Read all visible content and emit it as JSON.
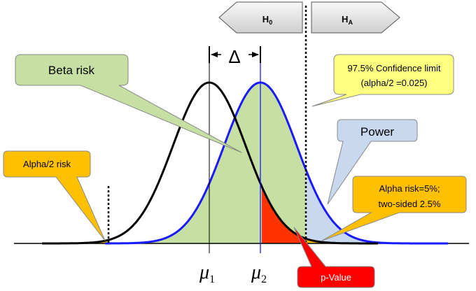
{
  "arrows": {
    "h0": {
      "main": "H",
      "sub": "0"
    },
    "ha": {
      "main": "H",
      "sub": "A"
    }
  },
  "delta_label": "Δ",
  "mu1": {
    "main": "μ",
    "sub": "1"
  },
  "mu2": {
    "main": "μ",
    "sub": "2"
  },
  "callouts": {
    "beta_risk": "Beta risk",
    "confidence_limit_line1": "97.5% Confidence limit",
    "confidence_limit_line2": "(alpha/2 =0.025)",
    "power": "Power",
    "alpha2_risk": "Alpha/2 risk",
    "alpha_risk_line1": "Alpha risk=5%;",
    "alpha_risk_line2": "two-sided 2.5%",
    "p_value": "p-Value"
  },
  "colors": {
    "h0_curve": "#000000",
    "ha_curve": "#1a1aff",
    "beta_fill": "#c6e0a4",
    "power_fill": "#c8d8ee",
    "alpha_fill": "#ffc000",
    "pvalue_fill": "#ff3300",
    "callout_green": "#c6e0a4",
    "callout_yellow": "#ffff80",
    "callout_blue": "#c8d8ee",
    "callout_orange": "#ffc000",
    "callout_red": "#ff0000",
    "arrow_fill": "#e6e6e6"
  }
}
